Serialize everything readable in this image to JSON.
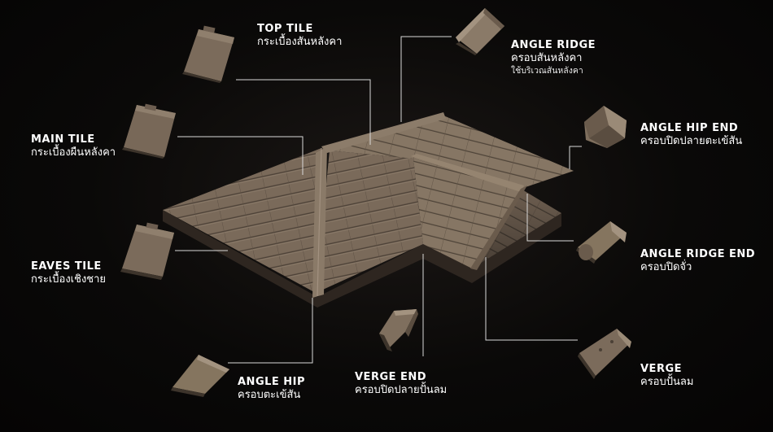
{
  "labels": {
    "top_tile": {
      "en": "TOP TILE",
      "th": "กระเบื้องสันหลังคา"
    },
    "angle_ridge": {
      "en": "ANGLE  RIDGE",
      "th": "ครอบสันหลังคา",
      "th2": "ใช้บริเวณสันหลังคา"
    },
    "main_tile": {
      "en": "MAIN TILE",
      "th": "กระเบื้องผืนหลังคา"
    },
    "angle_hip_end": {
      "en": "ANGLE  HIP  END",
      "th": "ครอบปิดปลายตะเข้สัน"
    },
    "eaves_tile": {
      "en": "EAVES TILE",
      "th": "กระเบื้องเชิงชาย"
    },
    "angle_ridge_end": {
      "en": "ANGLE  RIDGE  END",
      "th": "ครอบปิดจั่ว"
    },
    "angle_hip": {
      "en": "ANGLE HIP",
      "th": "ครอบตะเข้สัน"
    },
    "verge_end": {
      "en": "VERGE END",
      "th": "ครอบปิดปลายปั้นลม"
    },
    "verge": {
      "en": "VERGE",
      "th": "ครอบปั้นลม"
    }
  },
  "colors": {
    "background": "#0a0908",
    "tile": "#7a6a5a",
    "tile_light": "#9a8a78",
    "tile_dark": "#4e4338",
    "leader_line": "#d9d9d9",
    "text": "#ffffff"
  }
}
